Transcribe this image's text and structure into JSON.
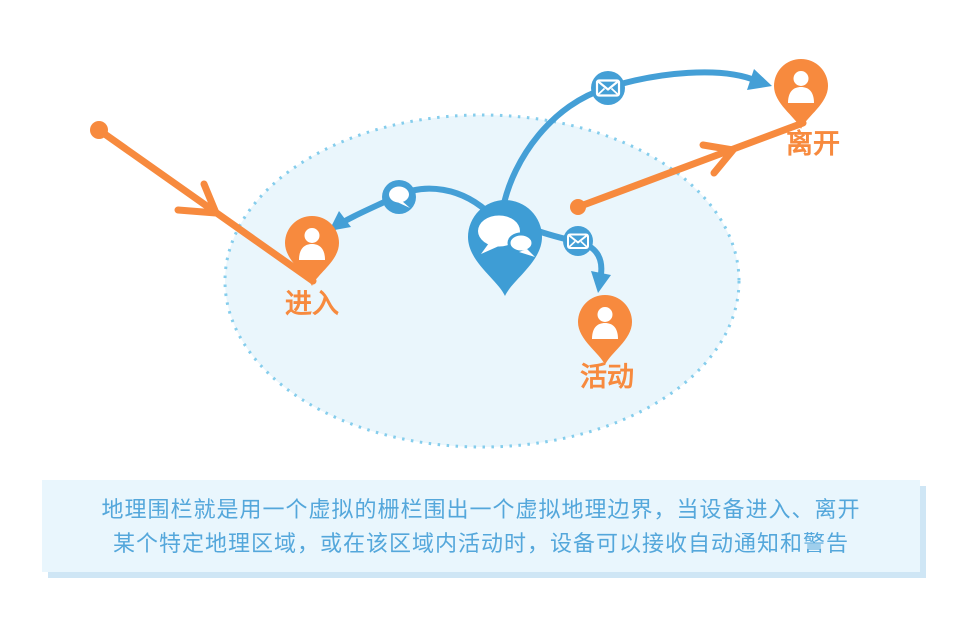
{
  "diagram": {
    "name": "geofence-diagram",
    "labels": {
      "enter": "进入",
      "leave": "离开",
      "activity": "活动"
    },
    "description": {
      "line1": "地理围栏就是用一个虚拟的栅栏围出一个虚拟地理边界，当设备进入、离开",
      "line2": "某个特定地理区域，或在该区域内活动时，设备可以接收自动通知和警告"
    },
    "icons": {
      "center": "chat-location-pin-icon",
      "enter": "person-pin-icon",
      "leave": "person-pin-icon",
      "activity": "person-pin-icon",
      "notify_top": "envelope-icon",
      "notify_right": "envelope-icon",
      "notify_left": "chat-bubble-icon"
    },
    "colors": {
      "blue": "#449fd6",
      "pin_blue": "#3e9dd5",
      "orange": "#f78a3e",
      "ellipse_fill": "#eaf6fc",
      "ellipse_dot": "#85cdec",
      "box_bg": "#e9f6fd",
      "box_shadow": "#cfe6f5",
      "description_text": "#54a7db"
    }
  }
}
